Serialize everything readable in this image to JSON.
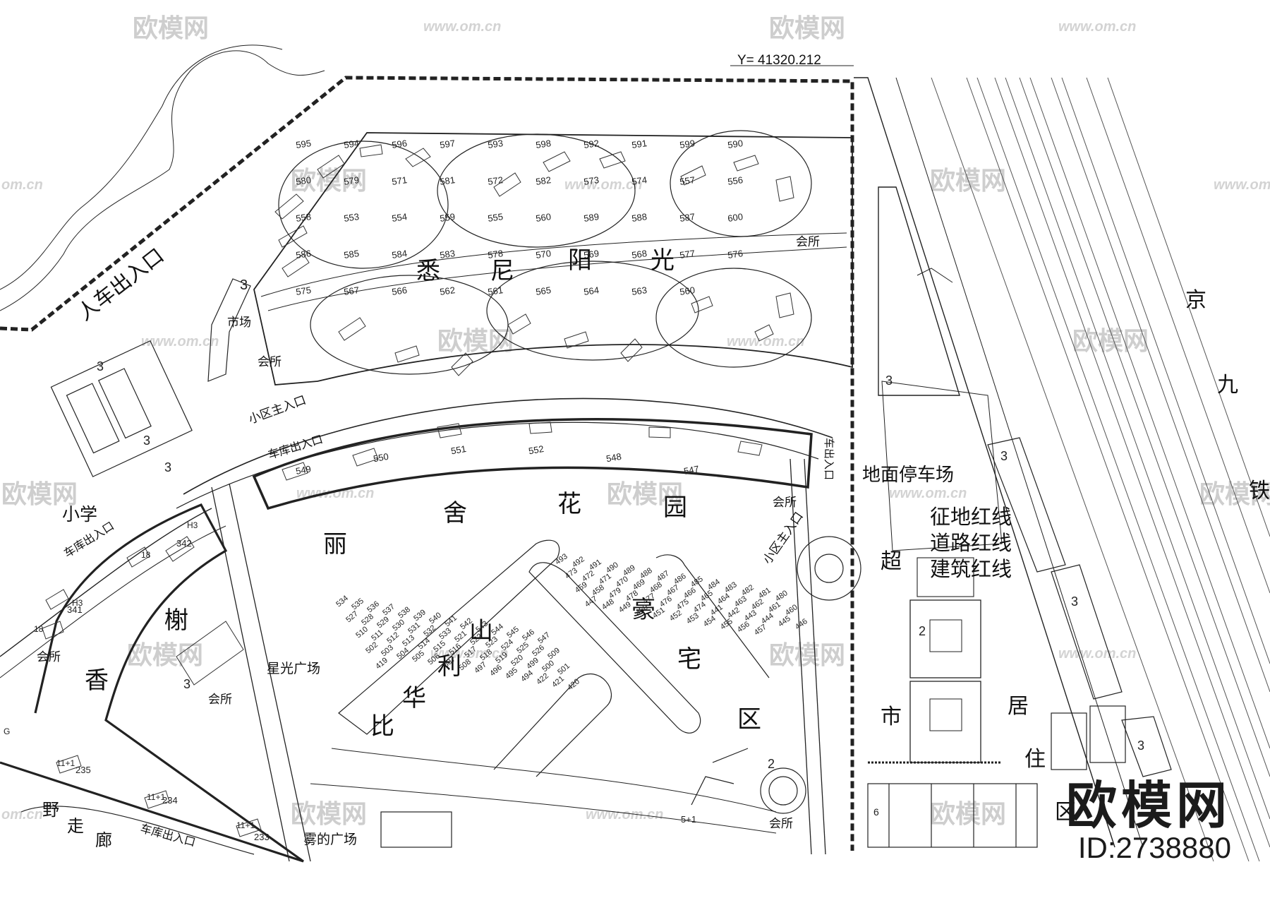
{
  "coordinate": "Y= 41320.212",
  "big_labels": {
    "sydney": [
      "悉",
      "尼",
      "阳",
      "光"
    ],
    "lishe": [
      "丽",
      "舍",
      "花",
      "园"
    ],
    "haozhai": [
      "豪",
      "宅",
      "区"
    ],
    "bilishan": [
      "比",
      "华",
      "利",
      "山"
    ],
    "xiangxie": [
      "香",
      "榭"
    ],
    "jingjiu": [
      "京",
      "九",
      "铁"
    ],
    "juzhu": [
      "居",
      "住",
      "区"
    ],
    "chaoshi": [
      "超",
      "市"
    ]
  },
  "labels": {
    "entrance_main": "人车出入口",
    "market": "市场",
    "clubhouse": "会所",
    "community_entrance": "小区主入口",
    "garage_entrance": "车库出入口",
    "school": "小学",
    "xingguang_plaza": "星光广场",
    "wu_plaza": "雾的广场",
    "ye_zou_lang": [
      "野",
      "走",
      "廊"
    ],
    "ground_parking": "地面停车场",
    "car_exit": "车出入口",
    "legend": [
      "征地红线",
      "道路红线",
      "建筑红线"
    ]
  },
  "floor_marks": {
    "three": "3",
    "two": "2",
    "six": "6",
    "h3": "H3",
    "h8": "18",
    "g": "G",
    "five_plus": "5+1",
    "eleven_plus": "11+1"
  },
  "buildings": {
    "sydney": [
      "595",
      "594",
      "596",
      "597",
      "593",
      "598",
      "592",
      "591",
      "599",
      "590",
      "580",
      "579",
      "571",
      "581",
      "572",
      "582",
      "573",
      "574",
      "557",
      "556",
      "558",
      "553",
      "554",
      "559",
      "555",
      "560",
      "589",
      "588",
      "587",
      "600",
      "586",
      "585",
      "584",
      "583",
      "578",
      "570",
      "569",
      "568",
      "577",
      "576",
      "575",
      "567",
      "566",
      "562",
      "561",
      "565",
      "564",
      "563",
      "560"
    ],
    "lishe": [
      "549",
      "550",
      "551",
      "552",
      "548",
      "547"
    ],
    "haozhai": [
      "493",
      "492",
      "491",
      "490",
      "489",
      "488",
      "487",
      "486",
      "485",
      "484",
      "483",
      "482",
      "481",
      "480",
      "473",
      "472",
      "471",
      "470",
      "469",
      "468",
      "467",
      "466",
      "465",
      "464",
      "463",
      "462",
      "461",
      "460",
      "459",
      "458",
      "479",
      "478",
      "477",
      "476",
      "475",
      "474",
      "441",
      "442",
      "443",
      "444",
      "445",
      "446",
      "447",
      "448",
      "449",
      "450",
      "451",
      "452",
      "453",
      "454",
      "455",
      "456",
      "457"
    ],
    "bilishan": [
      "534",
      "535",
      "536",
      "537",
      "538",
      "539",
      "540",
      "541",
      "542",
      "543",
      "544",
      "545",
      "546",
      "547",
      "527",
      "528",
      "529",
      "530",
      "531",
      "532",
      "533",
      "521",
      "522",
      "523",
      "524",
      "525",
      "526",
      "509",
      "510",
      "511",
      "512",
      "513",
      "514",
      "515",
      "516",
      "517",
      "518",
      "519",
      "520",
      "499",
      "500",
      "501",
      "502",
      "503",
      "504",
      "505",
      "506",
      "507",
      "508",
      "497",
      "496",
      "495",
      "494",
      "422",
      "421",
      "420",
      "419"
    ],
    "xiangxie": [
      "342",
      "341",
      "235",
      "234",
      "233"
    ]
  },
  "brand": {
    "logo": "欧模网",
    "id": "ID:2738880"
  },
  "watermark": {
    "logo": "欧模网",
    "url": "www.om.cn",
    "url_short": "om.cn"
  }
}
